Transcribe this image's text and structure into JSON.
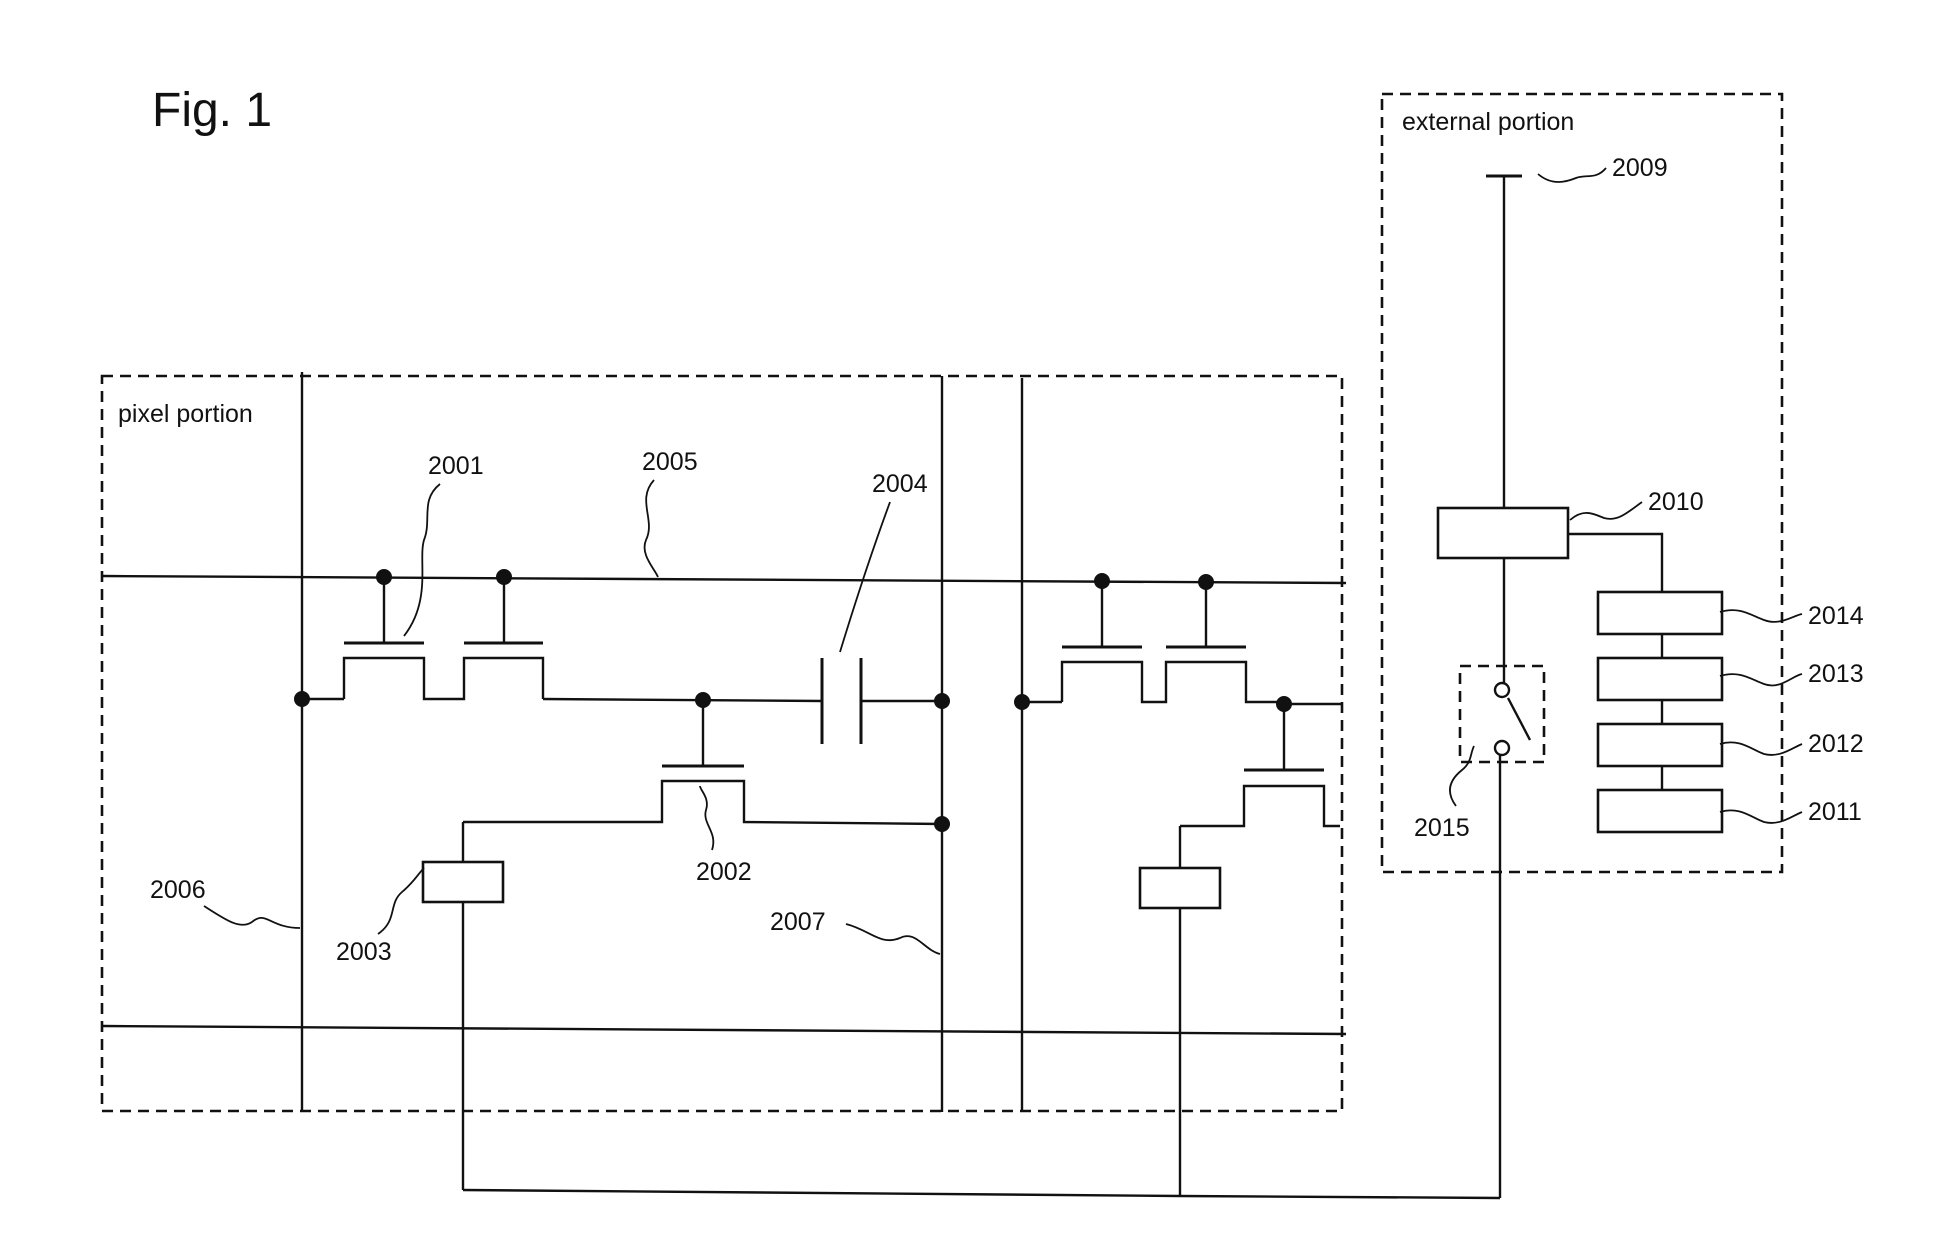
{
  "figure": {
    "title": "Fig. 1"
  },
  "regions": {
    "pixel_portion": "pixel portion",
    "external_portion": "external portion"
  },
  "references": {
    "r2001": "2001",
    "r2002": "2002",
    "r2003": "2003",
    "r2004": "2004",
    "r2005": "2005",
    "r2006": "2006",
    "r2007": "2007",
    "r2009": "2009",
    "r2010": "2010",
    "r2011": "2011",
    "r2012": "2012",
    "r2013": "2013",
    "r2014": "2014",
    "r2015": "2015"
  },
  "colors": {
    "ink": "#111111",
    "paper": "#ffffff"
  }
}
